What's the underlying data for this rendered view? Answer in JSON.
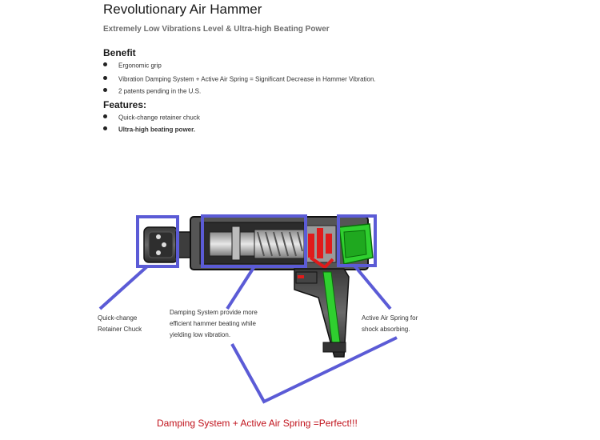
{
  "header": {
    "title": "Revolutionary Air Hammer",
    "subtitle": "Extremely Low Vibrations Level & Ultra-high Beating Power"
  },
  "benefit": {
    "heading": "Benefit",
    "items": [
      "Ergonomic grip",
      "Vibration Damping System + Active Air Spring = Significant Decrease in Hammer Vibration.",
      "2 patents pending in the U.S."
    ]
  },
  "features": {
    "heading": "Features:",
    "items": [
      "Quick-change retainer chuck",
      "Ultra-high beating power."
    ]
  },
  "callouts": {
    "chuck": [
      "Quick-change",
      "Retainer Chuck"
    ],
    "damping": [
      "Damping System provide more",
      "efficient hammer beating while",
      "yielding low vibration."
    ],
    "spring": [
      "Active Air Spring for",
      "shock absorbing."
    ]
  },
  "footer": {
    "tagline": "Damping System + Active Air Spring =Perfect!!!"
  },
  "colors": {
    "highlight": "#5b5bd6",
    "tagline": "#c0121b",
    "spring_green": "#2fcf2f",
    "valve_red": "#e01b1b"
  }
}
